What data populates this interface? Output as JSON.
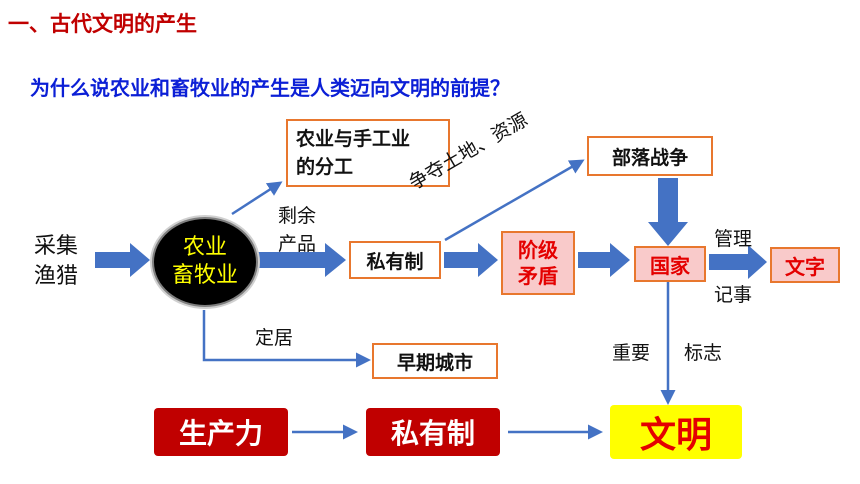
{
  "title": "一、古代文明的产生",
  "question": "为什么说农业和畜牧业的产生是人类迈向文明的前提？",
  "nodes": {
    "hunting": [
      "采集",
      "渔猎"
    ],
    "agriculture": [
      "农业",
      "畜牧业"
    ],
    "division": [
      "农业与手工业",
      "的分工"
    ],
    "private_property": "私有制",
    "class_conflict": [
      "阶级",
      "矛盾"
    ],
    "tribal_war": "部落战争",
    "state": "国家",
    "writing": "文字",
    "early_city": "早期城市"
  },
  "labels": {
    "surplus": [
      "剩余",
      "产品"
    ],
    "contest": "争夺土地、资源",
    "manage": "管理",
    "record": "记事",
    "settle": "定居",
    "important": "重要",
    "sign": "标志"
  },
  "bottom": {
    "productivity": "生产力",
    "private": "私有制",
    "civilization": "文明"
  },
  "colors": {
    "title": "#c00000",
    "question": "#0b1fd6",
    "arrow": "#4472c4",
    "box_border": "#e8772e",
    "pink_fill": "#f9caca",
    "red_box": "#c00000",
    "yellow_box": "#ffff00"
  }
}
